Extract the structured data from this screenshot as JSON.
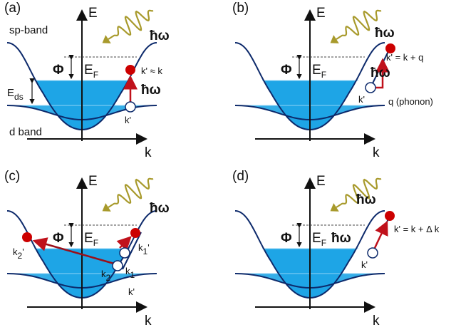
{
  "colors": {
    "band_line": "#0d2a6b",
    "fill": "#1ea5e6",
    "electron": "#cc0000",
    "transition": "#c0111b",
    "photon": "#a89a2c"
  },
  "axes": {
    "energy": "E",
    "momentum": "k"
  },
  "common": {
    "work_function": "Φ",
    "fermi": "E",
    "fermi_sub": "F",
    "photon_energy": "ħω"
  },
  "panels": [
    {
      "label": "(a)",
      "sp_band": "sp-band",
      "d_band": "d band",
      "eds": "E",
      "eds_sub": "ds",
      "final_state": "k' ≈ k",
      "initial_state": "k'"
    },
    {
      "label": "(b)",
      "final_state": "k' = k + q",
      "initial_state": "k'",
      "phonon": "q (phonon)"
    },
    {
      "label": "(c)",
      "k2_final": "k",
      "k2_final_sub": "2",
      "k2_final_prime": "'",
      "k1_final": "k",
      "k1_final_sub": "1",
      "k1_final_prime": "'",
      "k1": "k",
      "k1_sub": "1",
      "k2": "k",
      "k2_sub": "2",
      "initial_state": "k'"
    },
    {
      "label": "(d)",
      "final_state": "k' = k + Δ k",
      "initial_state": "k'"
    }
  ]
}
